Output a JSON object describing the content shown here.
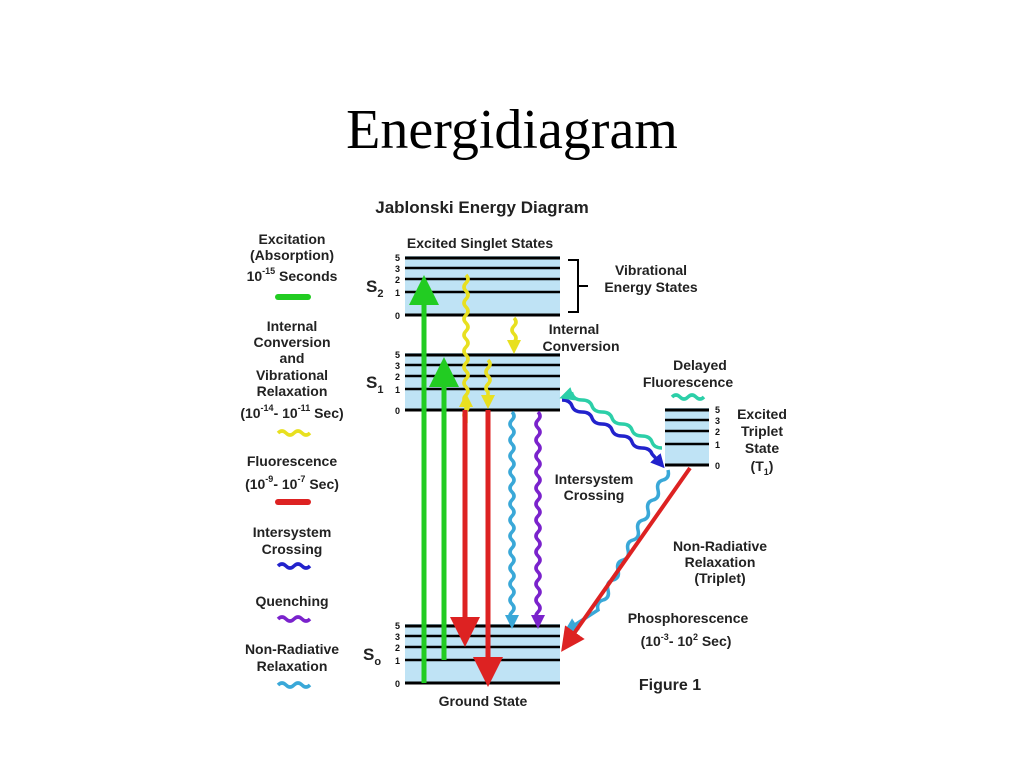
{
  "slide": {
    "title": "Energidiagram"
  },
  "figure": {
    "title": "Jablonski Energy Diagram",
    "caption": "Figure 1",
    "bands": {
      "excited_singlet_label": "Excited Singlet States",
      "ground_label": "Ground State",
      "s2": "S",
      "s2_sub": "2",
      "s1": "S",
      "s1_sub": "1",
      "s0": "S",
      "s0_sub": "o",
      "level_numbers": [
        "5",
        "3",
        "2",
        "1",
        "0"
      ]
    },
    "triplet": {
      "lines": [
        "Excited",
        "Triplet",
        "State"
      ],
      "symbol": "(T",
      "symbol_sub": "1",
      "symbol_close": ")",
      "level_numbers": [
        "5",
        "3",
        "2",
        "1",
        "0"
      ]
    },
    "annotations": {
      "vibrational": [
        "Vibrational",
        "Energy States"
      ],
      "internal_conversion": [
        "Internal",
        "Conversion"
      ],
      "delayed_fluorescence": [
        "Delayed",
        "Fluorescence"
      ],
      "intersystem_crossing": [
        "Intersystem",
        "Crossing"
      ],
      "non_radiative_triplet": [
        "Non-Radiative",
        "Relaxation",
        "(Triplet)"
      ],
      "phosphorescence": {
        "line1": "Phosphorescence",
        "pre": "(10",
        "exp1": "-3",
        "mid": "- 10",
        "exp2": "2",
        "post": " Sec)"
      }
    }
  },
  "legend": {
    "excitation": {
      "line1": "Excitation",
      "line2": "(Absorption)",
      "base": "10",
      "exp": "-15",
      "unit": " Seconds",
      "color": "#22cc22"
    },
    "internal_conversion": {
      "lines": [
        "Internal",
        "Conversion",
        "and",
        "Vibrational",
        "Relaxation"
      ],
      "pre": "(10",
      "exp1": "-14",
      "mid": "- 10",
      "exp2": "-11",
      "post": " Sec)",
      "color": "#e8e020"
    },
    "fluorescence": {
      "line1": "Fluorescence",
      "pre": "(10",
      "exp1": "-9",
      "mid": "- 10",
      "exp2": "-7",
      "post": " Sec)",
      "color": "#dd2222"
    },
    "intersystem": {
      "lines": [
        "Intersystem",
        "Crossing"
      ],
      "color": "#2222cc"
    },
    "quenching": {
      "line1": "Quenching",
      "color": "#7a22cc"
    },
    "non_radiative": {
      "lines": [
        "Non-Radiative",
        "Relaxation"
      ],
      "color": "#3aa8d8"
    }
  }
}
